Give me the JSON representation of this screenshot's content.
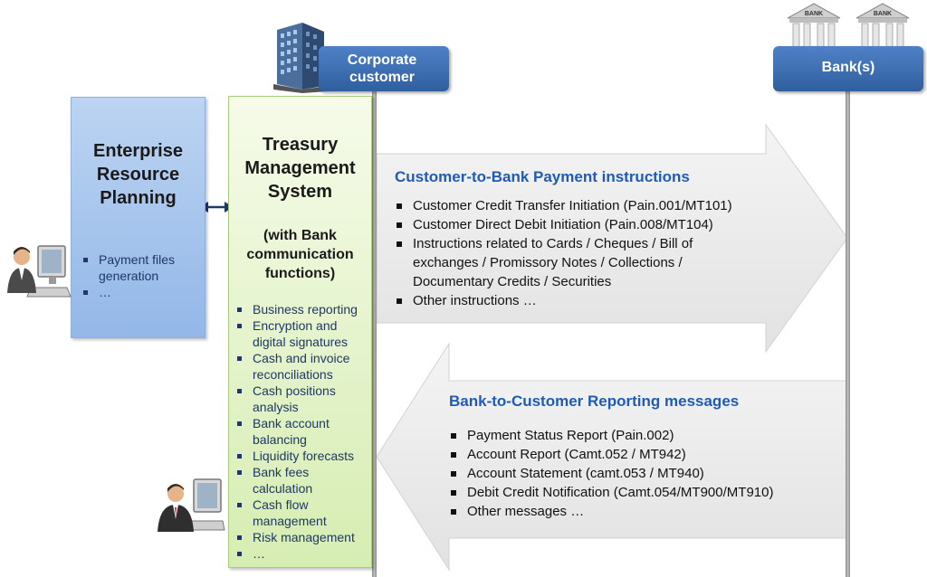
{
  "header": {
    "corporate_label": "Corporate customer",
    "bank_label": "Bank(s)",
    "bank_icon_text": "BANK"
  },
  "erp": {
    "title": "Enterprise Resource Planning",
    "items": [
      "Payment files generation",
      "…"
    ]
  },
  "tms": {
    "title": "Treasury Management System",
    "subtitle": "(with Bank communication functions)",
    "items": [
      "Business reporting",
      "Encryption and digital signatures",
      "Cash and invoice reconciliations",
      "Cash positions analysis",
      "Bank account balancing",
      "Liquidity forecasts",
      "Bank fees calculation",
      "Cash flow management",
      "Risk management",
      "…"
    ]
  },
  "c2b": {
    "title": "Customer-to-Bank  Payment instructions",
    "items": [
      "Customer Credit Transfer Initiation (Pain.001/MT101)",
      "Customer Direct Debit Initiation (Pain.008/MT104)",
      "Instructions related to Cards / Cheques / Bill of exchanges / Promissory Notes / Collections / Documentary Credits / Securities",
      "Other instructions …"
    ]
  },
  "b2c": {
    "title": "Bank-to-Customer  Reporting messages",
    "items": [
      "Payment Status Report (Pain.002)",
      "Account Report (Camt.052 / MT942)",
      "Account Statement (camt.053 / MT940)",
      "Debit Credit  Notification (Camt.054/MT900/MT910)",
      "Other messages …"
    ]
  },
  "colors": {
    "tab_blue": "#2f5f9e",
    "title_blue": "#1f5bb5",
    "erp_fill": "#a9c6ee",
    "tms_fill": "#e3f2c8",
    "arrow_fill": "#ececec"
  }
}
